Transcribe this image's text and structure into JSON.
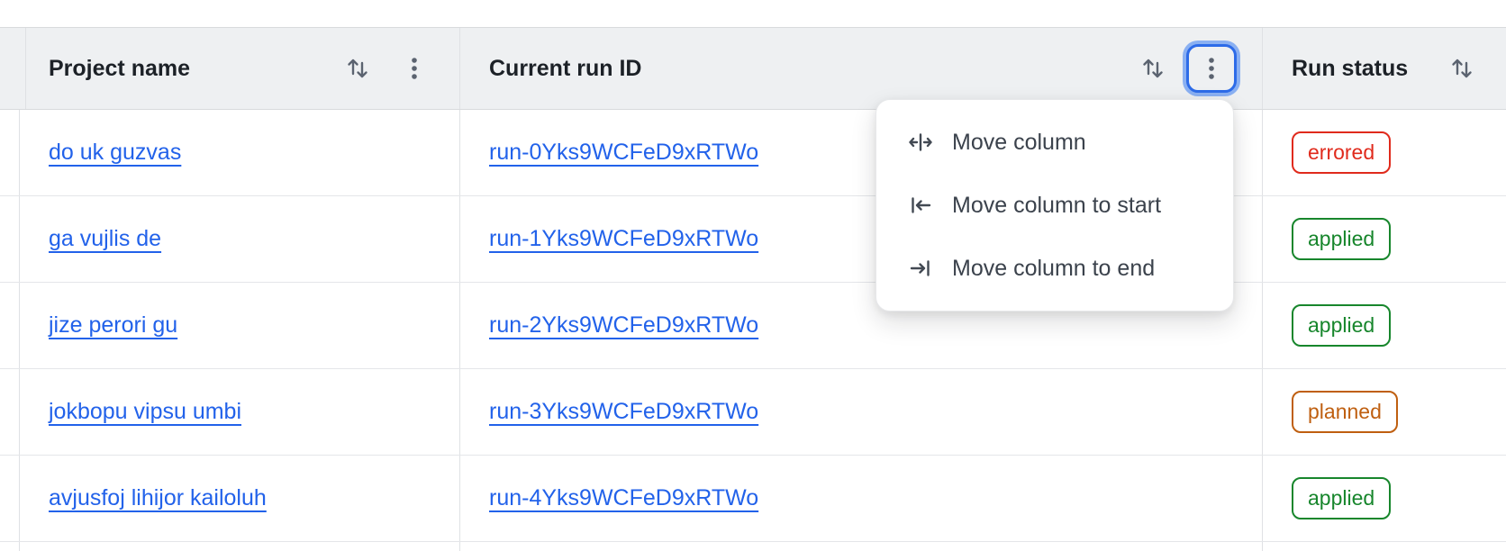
{
  "header": {
    "columns": [
      {
        "label": "Project name"
      },
      {
        "label": "Current run ID"
      },
      {
        "label": "Run status"
      }
    ]
  },
  "rows": [
    {
      "project_name": "do uk guzvas",
      "run_id": "run-0Yks9WCFeD9xRTWo",
      "status": "errored"
    },
    {
      "project_name": "ga vujlis de",
      "run_id": "run-1Yks9WCFeD9xRTWo",
      "status": "applied"
    },
    {
      "project_name": "jize perori gu",
      "run_id": "run-2Yks9WCFeD9xRTWo",
      "status": "applied"
    },
    {
      "project_name": "jokbopu vipsu umbi",
      "run_id": "run-3Yks9WCFeD9xRTWo",
      "status": "planned"
    },
    {
      "project_name": "avjusfoj lihijor kailoluh",
      "run_id": "run-4Yks9WCFeD9xRTWo",
      "status": "applied"
    }
  ],
  "column_menu": {
    "items": [
      {
        "label": "Move column",
        "icon": "move-column-icon"
      },
      {
        "label": "Move column to start",
        "icon": "move-column-to-start-icon"
      },
      {
        "label": "Move column to end",
        "icon": "move-column-to-end-icon"
      }
    ]
  },
  "icons": {
    "sort": "sort-icon (up-down arrows)",
    "kebab": "kebab-menu-icon (three vertical dots)"
  },
  "status_colors": {
    "errored": "#e02a1c",
    "applied": "#17862c",
    "planned": "#bf5f10"
  },
  "colors": {
    "link": "#2262ea",
    "header_bg": "#eef0f2",
    "focus_ring": "#2d6be8"
  }
}
